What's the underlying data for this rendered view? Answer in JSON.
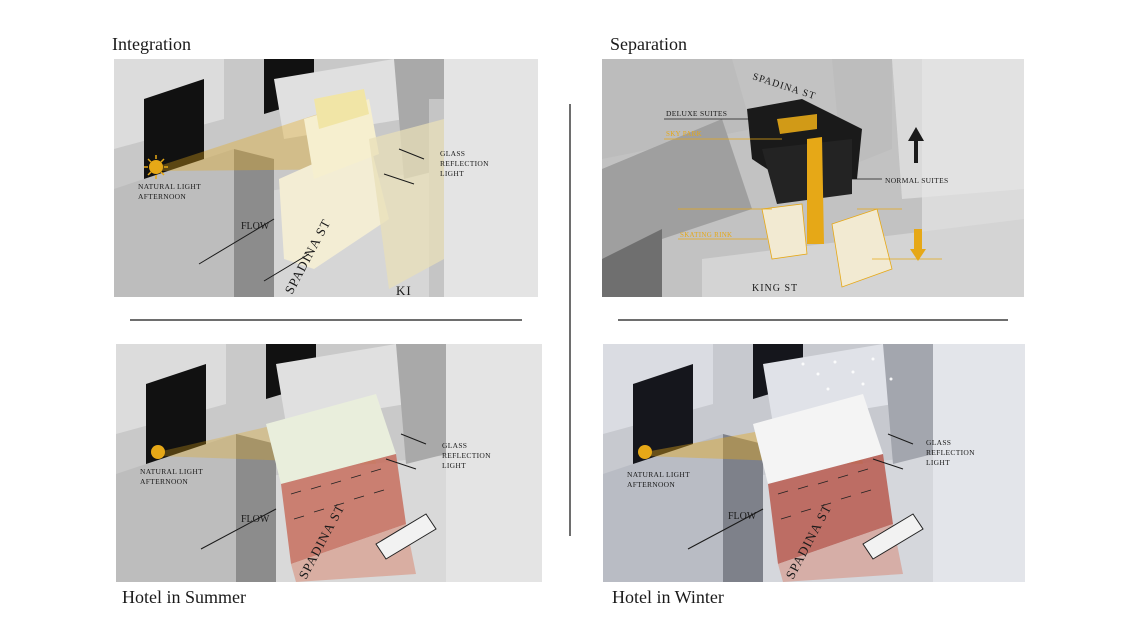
{
  "titles": {
    "integration": "Integration",
    "separation": "Separation",
    "summer": "Hotel in Summer",
    "winter": "Hotel in Winter"
  },
  "integration": {
    "natural_light_1": "NATURAL LIGHT",
    "natural_light_2": "AFTERNOON",
    "glass_1": "GLASS",
    "glass_2": "REFLECTION",
    "glass_3": "LIGHT",
    "flow": "FLOW",
    "street": "SPADINA ST",
    "street2": "KI"
  },
  "separation": {
    "street_top": "SPADINA ST",
    "street_bottom": "KING ST",
    "deluxe": "DELUXE SUITES",
    "sky_park": "SKY PARK",
    "normal": "NORMAL SUITES",
    "skating": "SKATING RINK"
  },
  "summer": {
    "natural_light_1": "NATURAL LIGHT",
    "natural_light_2": "AFTERNOON",
    "glass_1": "GLASS",
    "glass_2": "REFLECTION",
    "glass_3": "LIGHT",
    "flow": "FLOW",
    "street": "SPADINA ST"
  },
  "winter": {
    "natural_light_1": "NATURAL LIGHT",
    "natural_light_2": "AFTERNOON",
    "glass_1": "GLASS",
    "glass_2": "REFLECTION",
    "glass_3": "LIGHT",
    "flow": "FLOW",
    "street": "SPADINA ST"
  },
  "colors": {
    "accent": "#e6a817",
    "block_light": "#d8d8d8",
    "block_dark": "#141414",
    "ground": "#c9c9c9"
  }
}
